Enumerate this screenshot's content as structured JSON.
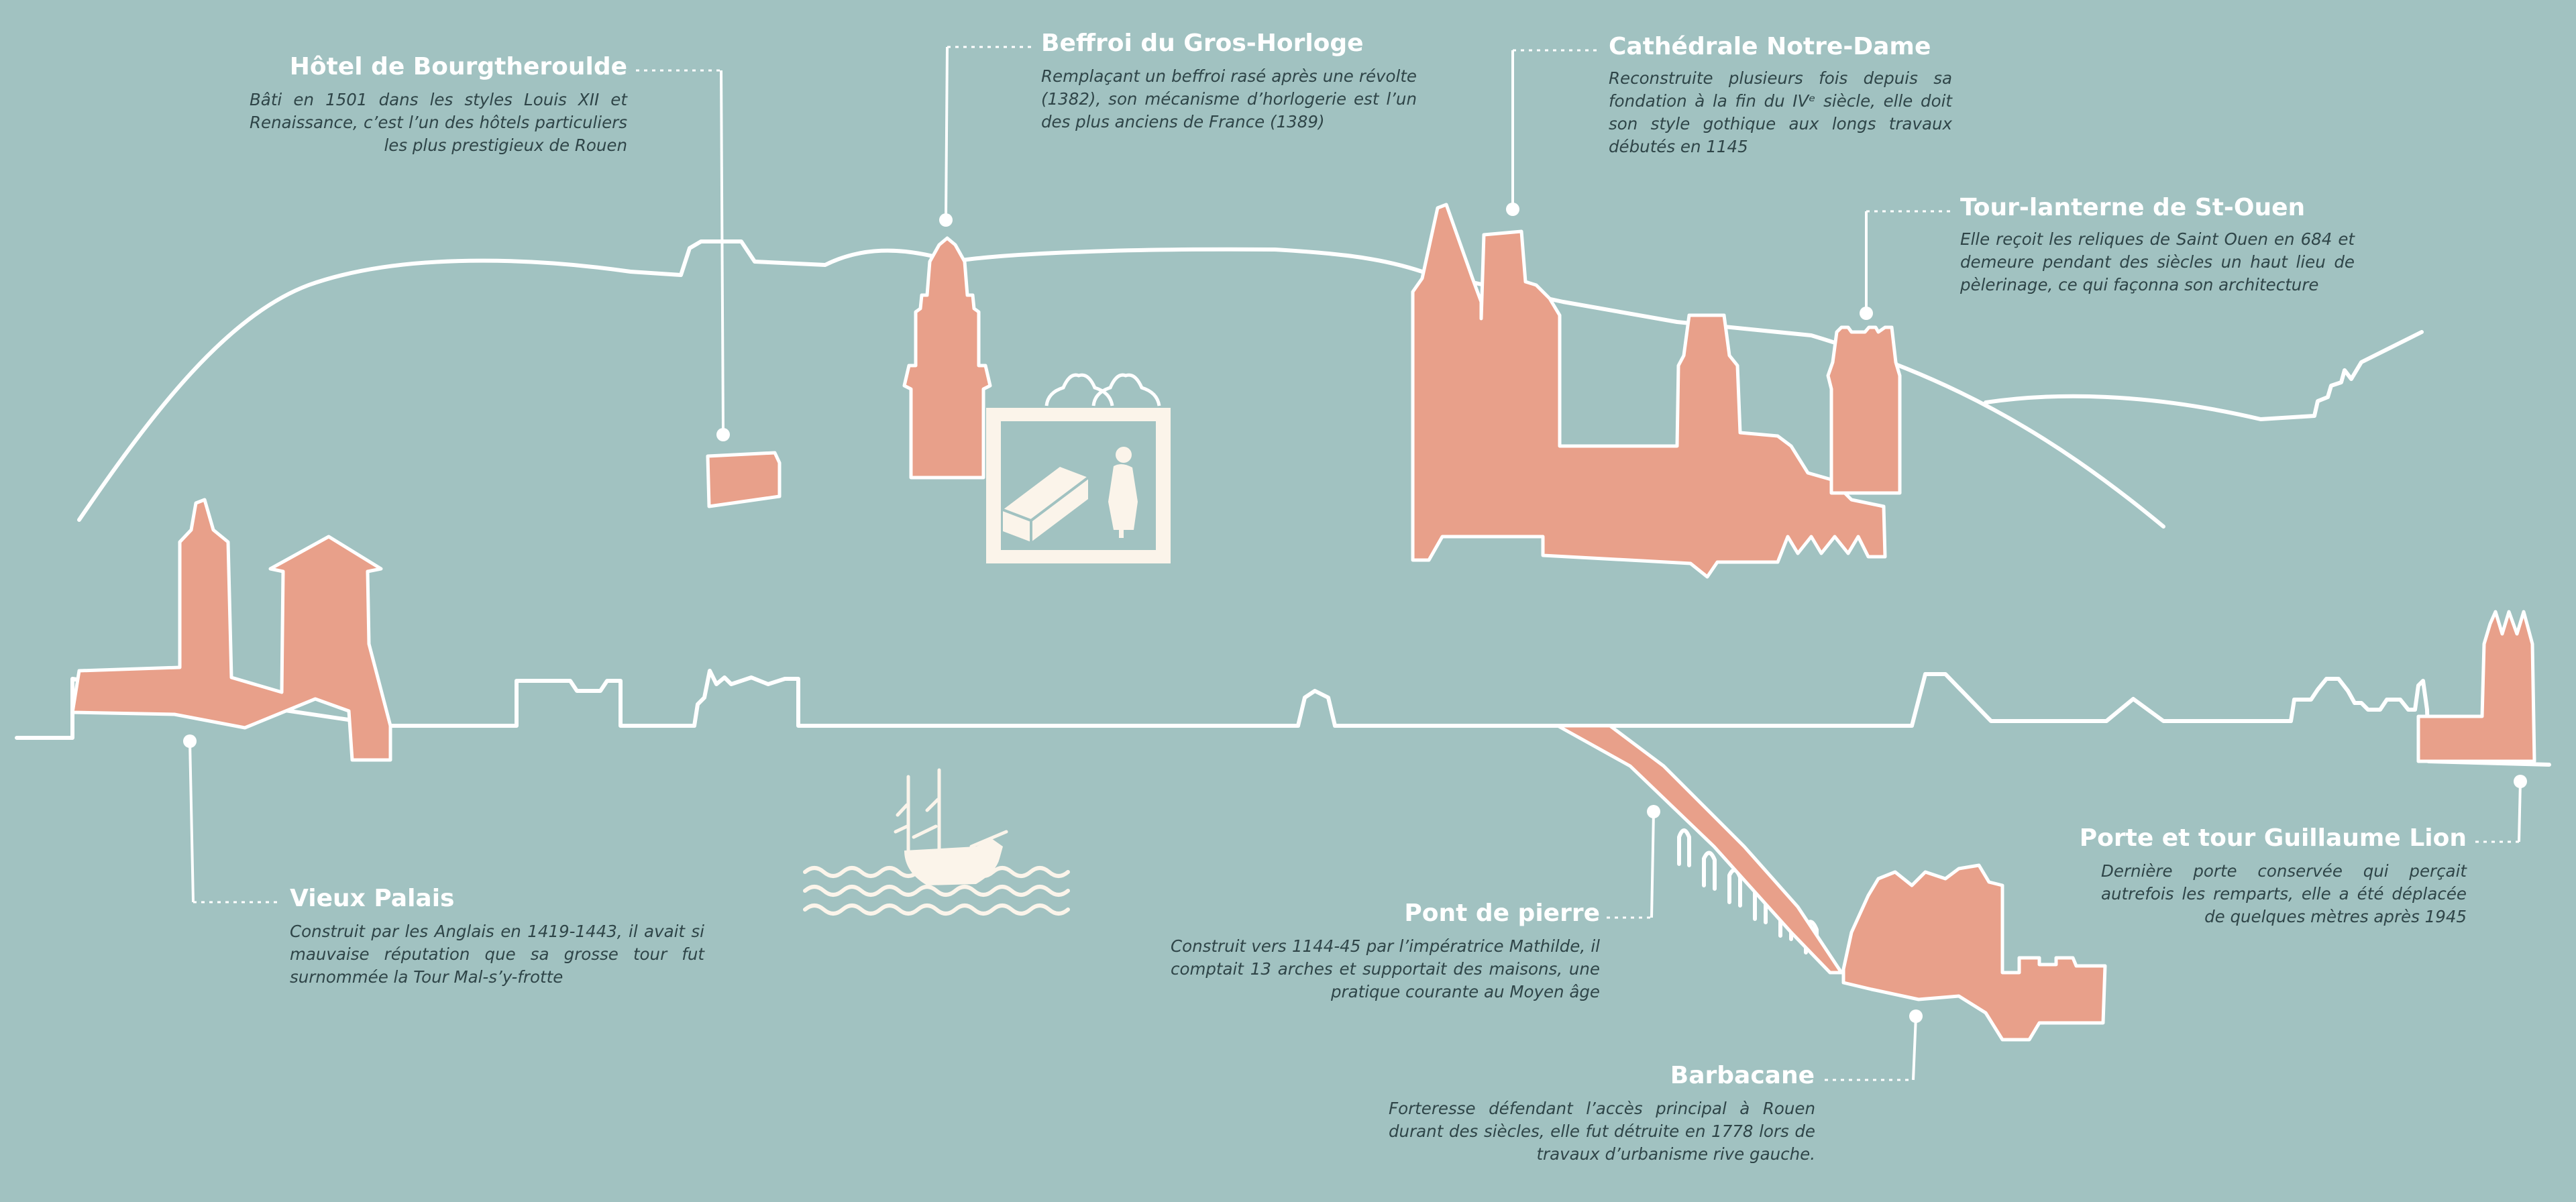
{
  "landmarks": {
    "bourgtheroulde": {
      "title": "Hôtel de Bourgtheroulde",
      "description": "Bâti en 1501 dans les styles Louis XII et Renaissance, c’est l’un des hôtels particuliers les plus prestigieux de Rouen"
    },
    "beffroi": {
      "title": "Beffroi du Gros-Horloge",
      "description": "Remplaçant un beffroi rasé après une révolte (1382), son mécanisme d’horlogerie est l’un des plus anciens de France (1389)"
    },
    "cathedrale": {
      "title": "Cathédrale Notre-Dame",
      "description": "Reconstruite plusieurs fois depuis sa fondation à la fin du IVᵉ siècle, elle doit son style gothique aux longs travaux débutés en 1145"
    },
    "saint_ouen": {
      "title": "Tour-lanterne de St-Ouen",
      "description": "Elle reçoit les reliques de Saint Ouen en 684 et demeure pendant des siècles un haut lieu de pèlerinage, ce qui façonna son architecture"
    },
    "vieux_palais": {
      "title": "Vieux Palais",
      "description": "Construit par les Anglais en 1419-1443, il avait si mauvaise réputation que sa grosse tour fut surnommée la Tour Mal-s’y-frotte"
    },
    "guillaume_lion": {
      "title": "Porte et tour Guillaume Lion",
      "description": "Dernière porte conservée qui perçait autrefois les remparts, elle a été déplacée de quelques mètres après 1945"
    },
    "pont_pierre": {
      "title": "Pont de pierre",
      "description": "Construit vers 1144-45 par l’impératrice Mathilde, il comptait 13 arches et supportait des maisons, une pratique courante au Moyen âge"
    },
    "barbacane": {
      "title": "Barbacane",
      "description": "Forteresse défendant l’accès principal à Rouen durant des siècles, elle fut détruite en 1778 lors de travaux d’urbanisme rive gauche."
    }
  },
  "colors": {
    "background": "#a1c2c1",
    "building_fill": "#e8a08a",
    "line": "#ffffff",
    "title": "#ffffff",
    "text": "#2f4548"
  },
  "icons": [
    "clock-icon",
    "boat-icon",
    "waves-icon"
  ]
}
